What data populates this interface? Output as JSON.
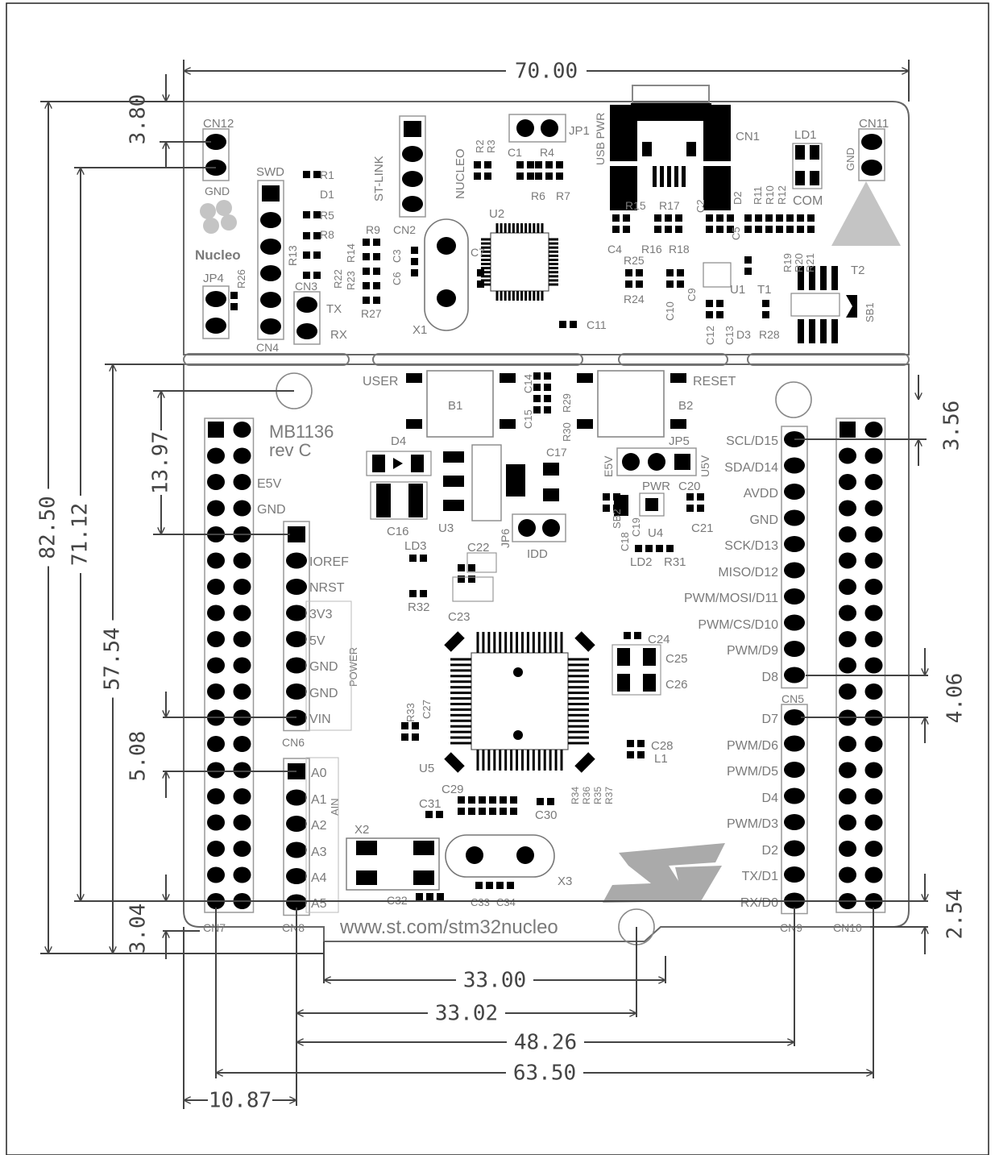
{
  "dimensions": {
    "width_total": "70.00",
    "height_total": "82.50",
    "height_71": "71.12",
    "height_57": "57.54",
    "spacing_13": "13.97",
    "spacing_5": "5.08",
    "spacing_3_04": "3.04",
    "spacing_3_80": "3.80",
    "spacing_3_56": "3.56",
    "spacing_4_06": "4.06",
    "spacing_2_54": "2.54",
    "width_33_00": "33.00",
    "width_33_02": "33.02",
    "width_48_26": "48.26",
    "width_63_50": "63.50",
    "width_10_87": "10.87"
  },
  "board": {
    "name": "MB1136",
    "rev": "rev C",
    "url": "www.st.com/stm32nucleo",
    "nucleo_logo": "Nucleo",
    "st_logo": "ST"
  },
  "connectors": {
    "cn12": "CN12",
    "cn12_gnd": "GND",
    "swd": "SWD",
    "cn4": "CN4",
    "cn3": "CN3",
    "tx": "TX",
    "rx": "RX",
    "jp4": "JP4",
    "cn2": "CN2",
    "st_link": "ST-LINK",
    "nucleo": "NUCLEO",
    "jp1": "JP1",
    "usb_pwr": "USB PWR",
    "cn1": "CN1",
    "ld1": "LD1",
    "com": "COM",
    "cn11": "CN11",
    "cn11_gnd": "GND",
    "user": "USER",
    "reset": "RESET",
    "b1": "B1",
    "b2": "B2",
    "cn7": "CN7",
    "cn8": "CN8",
    "cn6": "CN6",
    "cn5": "CN5",
    "cn9": "CN9",
    "cn10": "CN10",
    "jp5": "JP5",
    "e5v_jp": "E5V",
    "u5v": "U5V",
    "jp6": "JP6",
    "idd": "IDD",
    "pwr": "PWR",
    "power": "POWER",
    "ain": "AIN",
    "x1": "X1",
    "x2": "X2",
    "x3": "X3",
    "u1": "U1",
    "u2": "U2",
    "u3": "U3",
    "u4": "U4",
    "u5": "U5",
    "t1": "T1",
    "t2": "T2",
    "sb1": "SB1",
    "sb2": "SB2",
    "ld2": "LD2",
    "ld3": "LD3",
    "d4": "D4"
  },
  "components": {
    "r1": "R1",
    "d1": "D1",
    "r5": "R5",
    "r8": "R8",
    "r13": "R13",
    "r22": "R22",
    "r26": "R26",
    "r9": "R9",
    "r14": "R14",
    "r23": "R23",
    "r27": "R27",
    "c6": "C6",
    "c3": "C3",
    "r2": "R2",
    "r3": "R3",
    "c1": "C1",
    "r4": "R4",
    "r6": "R6",
    "r7": "R7",
    "c7": "C7",
    "r15": "R15",
    "r17": "R17",
    "c2": "C2",
    "d2": "D2",
    "r11": "R11",
    "r10": "R10",
    "r12": "R12",
    "c4": "C4",
    "r16": "R16",
    "r18": "R18",
    "c5": "C5",
    "r19": "R19",
    "r20": "R20",
    "r21": "R21",
    "r25": "R25",
    "r24": "R24",
    "c10": "C10",
    "c9": "C9",
    "c12": "C12",
    "c13": "C13",
    "d3": "D3",
    "r28": "R28",
    "c11": "C11",
    "c14": "C14",
    "r29": "R29",
    "c15": "C15",
    "r30": "R30",
    "c17": "C17",
    "c20": "C20",
    "c21": "C21",
    "c18": "C18",
    "c19": "C19",
    "r31": "R31",
    "c16": "C16",
    "c22": "C22",
    "c23": "C23",
    "r32": "R32",
    "c24": "C24",
    "c25": "C25",
    "c26": "C26",
    "r33": "R33",
    "c27": "C27",
    "c28": "C28",
    "l1": "L1",
    "c29": "C29",
    "c31": "C31",
    "c30": "C30",
    "r34": "R34",
    "r36": "R36",
    "r35": "R35",
    "r37": "R37",
    "c32": "C32",
    "c33": "C33",
    "c34": "C34"
  },
  "left_labels": {
    "e5v": "E5V",
    "gnd": "GND",
    "ioref": "IOREF",
    "nrst": "NRST",
    "v33": "3V3",
    "v5": "5V",
    "gnd1": "GND",
    "gnd2": "GND",
    "vin": "VIN",
    "a0": "A0",
    "a1": "A1",
    "a2": "A2",
    "a3": "A3",
    "a4": "A4",
    "a5": "A5"
  },
  "right_labels": {
    "d15": "SCL/D15",
    "d14": "SDA/D14",
    "avdd": "AVDD",
    "gnd": "GND",
    "d13": "SCK/D13",
    "d12": "MISO/D12",
    "d11": "PWM/MOSI/D11",
    "d10": "PWM/CS/D10",
    "d9": "PWM/D9",
    "d8": "D8",
    "d7": "D7",
    "d6": "PWM/D6",
    "d5": "PWM/D5",
    "d4": "D4",
    "d3": "PWM/D3",
    "d2": "D2",
    "d1": "TX/D1",
    "d0": "RX/D0"
  }
}
